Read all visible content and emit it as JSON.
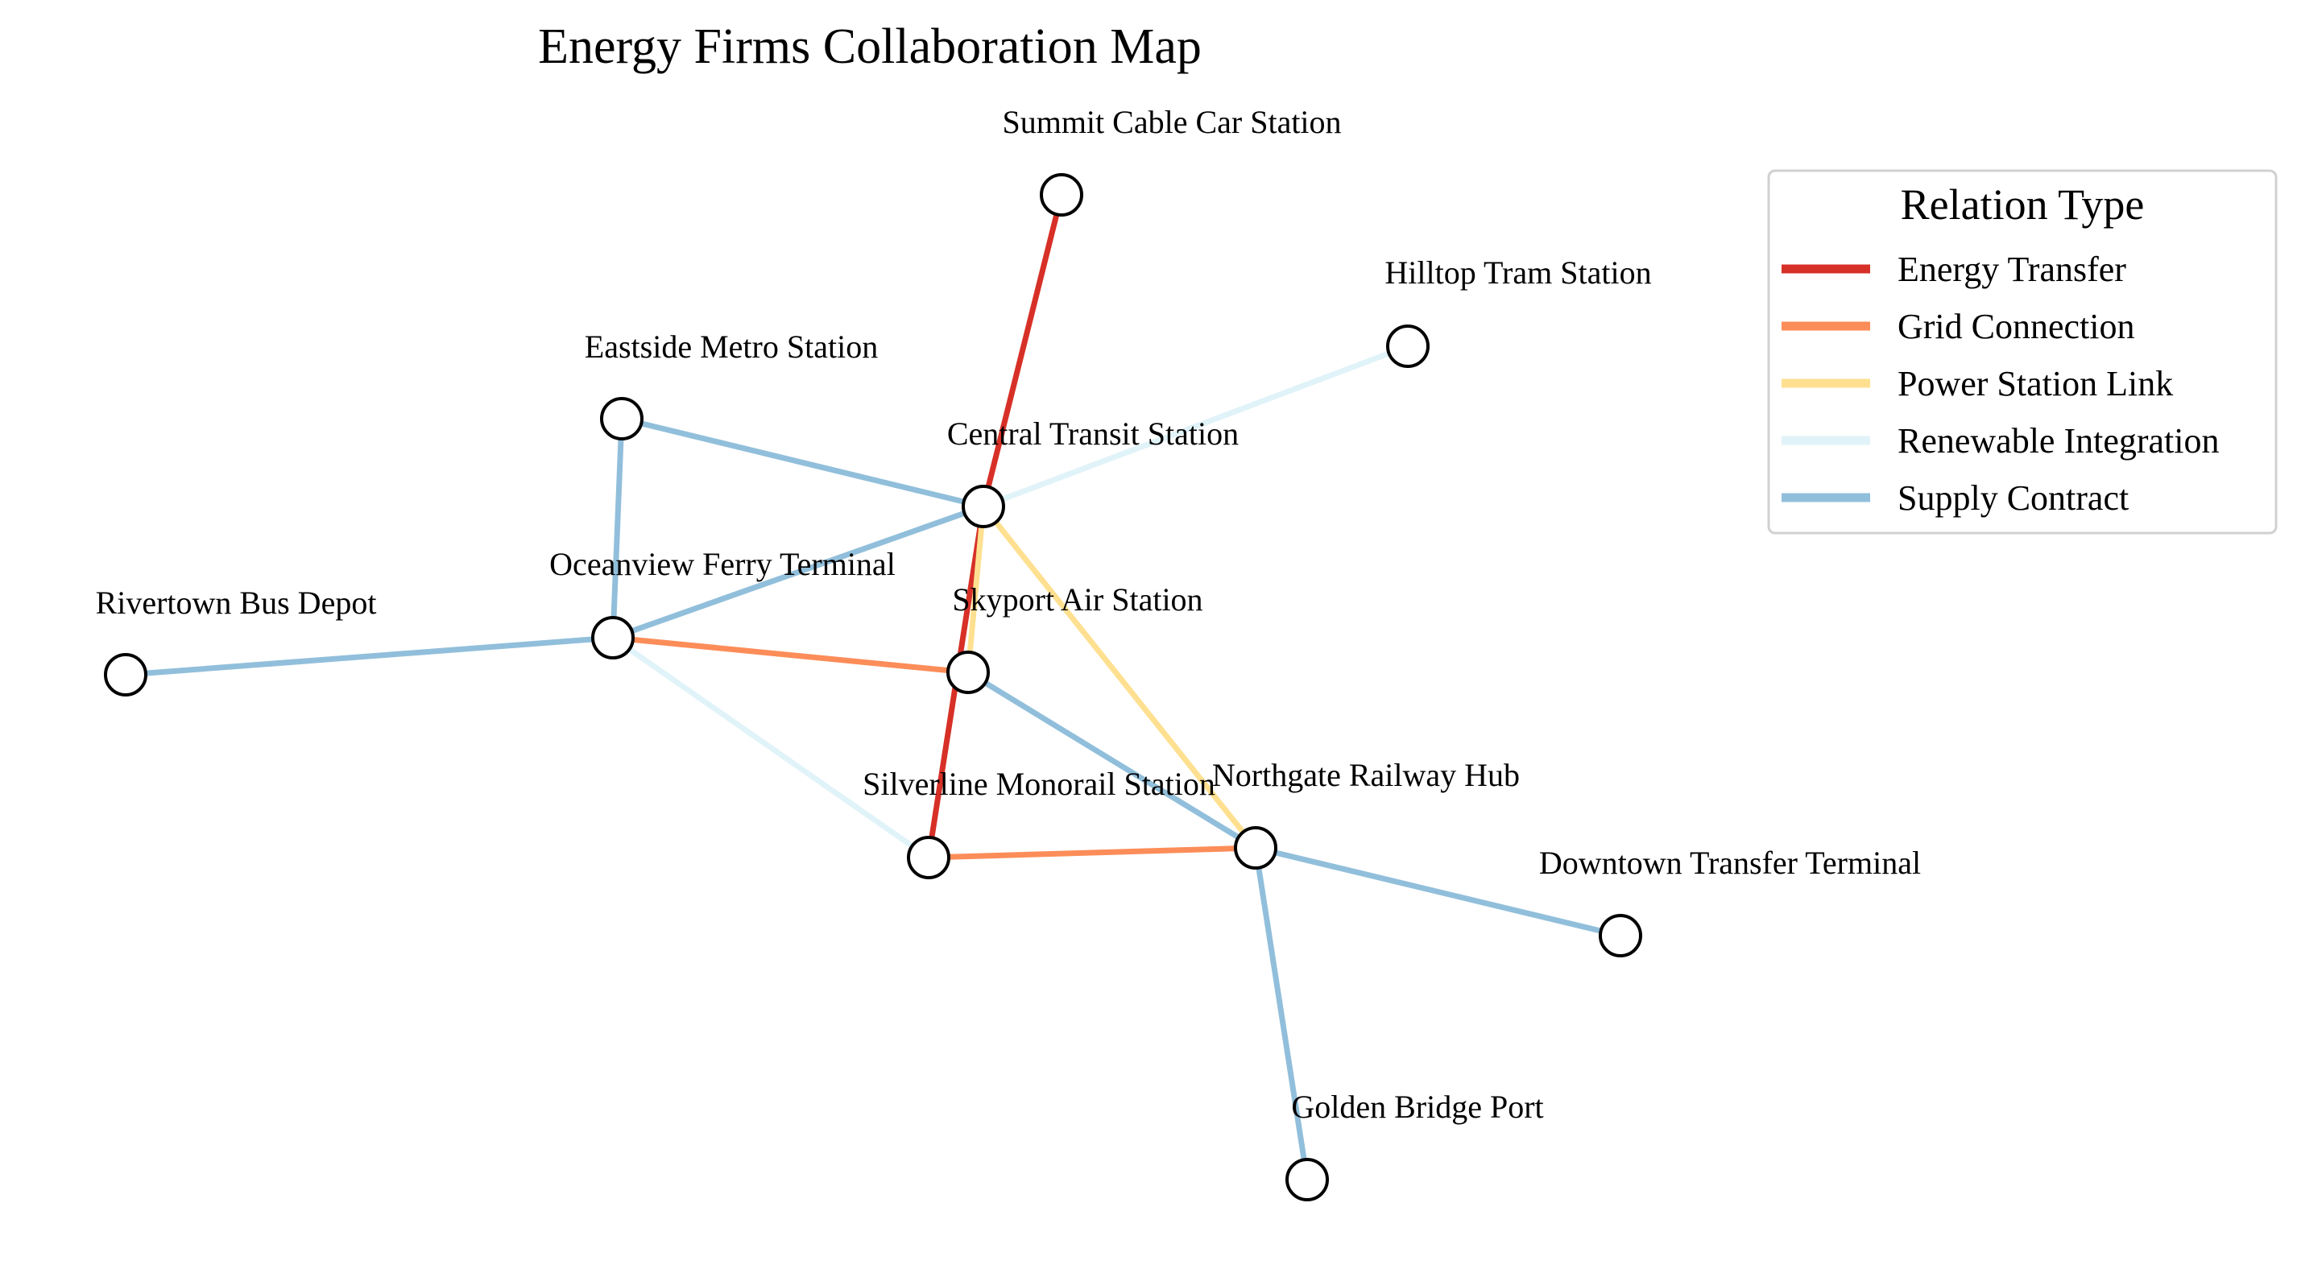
{
  "title": "Energy Firms Collaboration Map",
  "legend": {
    "title": "Relation Type",
    "items": [
      {
        "key": "energy_transfer",
        "label": "Energy Transfer",
        "color": "#d73027"
      },
      {
        "key": "grid_connection",
        "label": "Grid Connection",
        "color": "#fc8d59"
      },
      {
        "key": "power_station_link",
        "label": "Power Station Link",
        "color": "#fee090"
      },
      {
        "key": "renewable_integration",
        "label": "Renewable Integration",
        "color": "#e0f3f8"
      },
      {
        "key": "supply_contract",
        "label": "Supply Contract",
        "color": "#91bfdb"
      }
    ]
  },
  "nodes": [
    {
      "id": "summit",
      "label": "Summit Cable Car Station"
    },
    {
      "id": "hilltop",
      "label": "Hilltop Tram Station"
    },
    {
      "id": "eastside",
      "label": "Eastside Metro Station"
    },
    {
      "id": "central",
      "label": "Central Transit Station"
    },
    {
      "id": "rivertown",
      "label": "Rivertown Bus Depot"
    },
    {
      "id": "oceanview",
      "label": "Oceanview Ferry Terminal"
    },
    {
      "id": "skyport",
      "label": "Skyport Air Station"
    },
    {
      "id": "silverline",
      "label": "Silverline Monorail Station"
    },
    {
      "id": "northgate",
      "label": "Northgate Railway Hub"
    },
    {
      "id": "downtown",
      "label": "Downtown Transfer Terminal"
    },
    {
      "id": "golden",
      "label": "Golden Bridge Port"
    }
  ],
  "edges": [
    {
      "source": "summit",
      "target": "central",
      "type": "energy_transfer"
    },
    {
      "source": "central",
      "target": "silverline",
      "type": "energy_transfer"
    },
    {
      "source": "central",
      "target": "hilltop",
      "type": "renewable_integration"
    },
    {
      "source": "central",
      "target": "skyport",
      "type": "power_station_link"
    },
    {
      "source": "central",
      "target": "northgate",
      "type": "power_station_link"
    },
    {
      "source": "eastside",
      "target": "central",
      "type": "supply_contract"
    },
    {
      "source": "eastside",
      "target": "oceanview",
      "type": "supply_contract"
    },
    {
      "source": "oceanview",
      "target": "central",
      "type": "supply_contract"
    },
    {
      "source": "rivertown",
      "target": "oceanview",
      "type": "supply_contract"
    },
    {
      "source": "oceanview",
      "target": "skyport",
      "type": "grid_connection"
    },
    {
      "source": "oceanview",
      "target": "silverline",
      "type": "renewable_integration"
    },
    {
      "source": "skyport",
      "target": "northgate",
      "type": "supply_contract"
    },
    {
      "source": "silverline",
      "target": "northgate",
      "type": "grid_connection"
    },
    {
      "source": "northgate",
      "target": "downtown",
      "type": "supply_contract"
    },
    {
      "source": "northgate",
      "target": "golden",
      "type": "supply_contract"
    }
  ]
}
